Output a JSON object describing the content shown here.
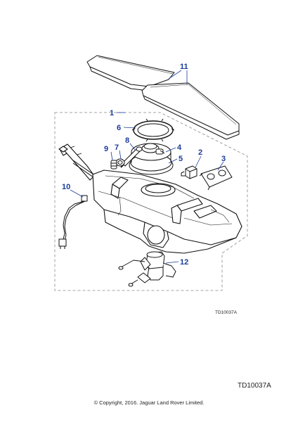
{
  "callouts": {
    "c1": "1",
    "c2": "2",
    "c3": "3",
    "c4": "4",
    "c5": "5",
    "c6": "6",
    "c7": "7",
    "c8": "8",
    "c9": "9",
    "c10": "10",
    "c11": "11",
    "c12": "12"
  },
  "reference_small": "TD10037A",
  "reference_large": "TD10037A",
  "copyright": "© Copyright, 2016. Jaguar Land Rover Limited.",
  "colors": {
    "callout": "#1a3c9a",
    "line": "#111111",
    "leader": "#1a3c9a"
  }
}
